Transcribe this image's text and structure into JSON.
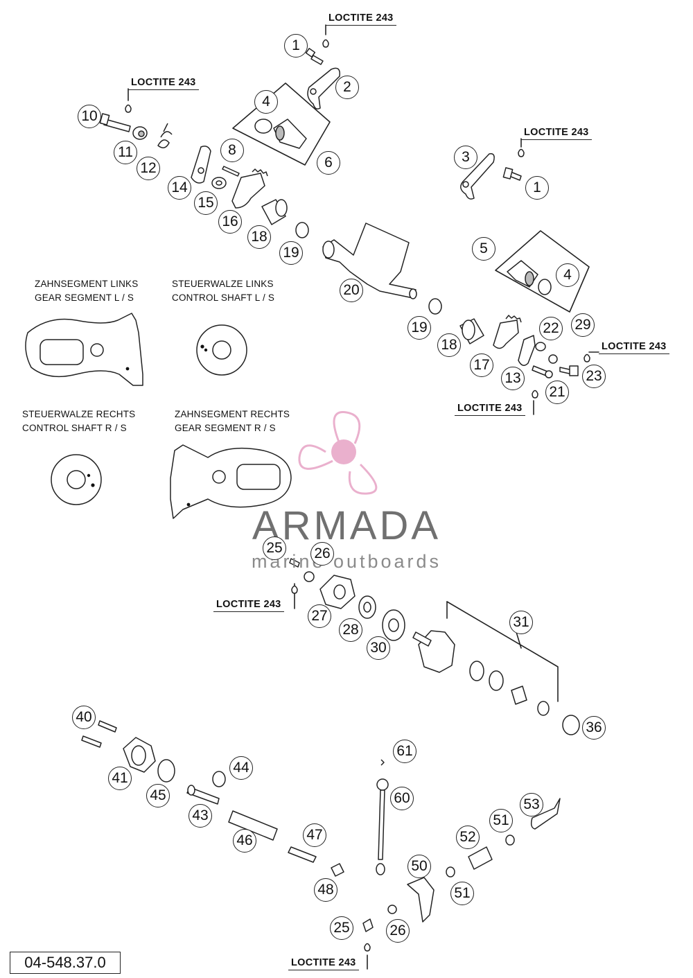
{
  "annotations": {
    "loctite": [
      "LOCTITE 243",
      "LOCTITE 243",
      "LOCTITE 243",
      "LOCTITE 243",
      "LOCTITE 243",
      "LOCTITE 243",
      "LOCTITE 243"
    ]
  },
  "captions": {
    "gear_segment_left": [
      "ZAHNSEGMENT LINKS",
      "GEAR SEGMENT L / S"
    ],
    "control_shaft_left": [
      "STEUERWALZE LINKS",
      "CONTROL SHAFT L / S"
    ],
    "control_shaft_right": [
      "STEUERWALZE RECHTS",
      "CONTROL SHAFT R / S"
    ],
    "gear_segment_right": [
      "ZAHNSEGMENT RECHTS",
      "GEAR SEGMENT R / S"
    ]
  },
  "callouts": [
    "1",
    "2",
    "4",
    "6",
    "10",
    "11",
    "12",
    "8",
    "14",
    "15",
    "16",
    "18",
    "19",
    "3",
    "1",
    "5",
    "4",
    "20",
    "19",
    "18",
    "17",
    "22",
    "29",
    "13",
    "21",
    "23",
    "25",
    "26",
    "27",
    "28",
    "30",
    "31",
    "36",
    "40",
    "41",
    "45",
    "43",
    "44",
    "46",
    "47",
    "48",
    "61",
    "60",
    "53",
    "51",
    "52",
    "50",
    "51",
    "25",
    "26"
  ],
  "watermark": {
    "title": "ARMADA",
    "subtitle": "marine outboards",
    "colors": {
      "logo": "#e8a8c8",
      "text": "#707070"
    }
  },
  "part_number": "04-548.37.0"
}
